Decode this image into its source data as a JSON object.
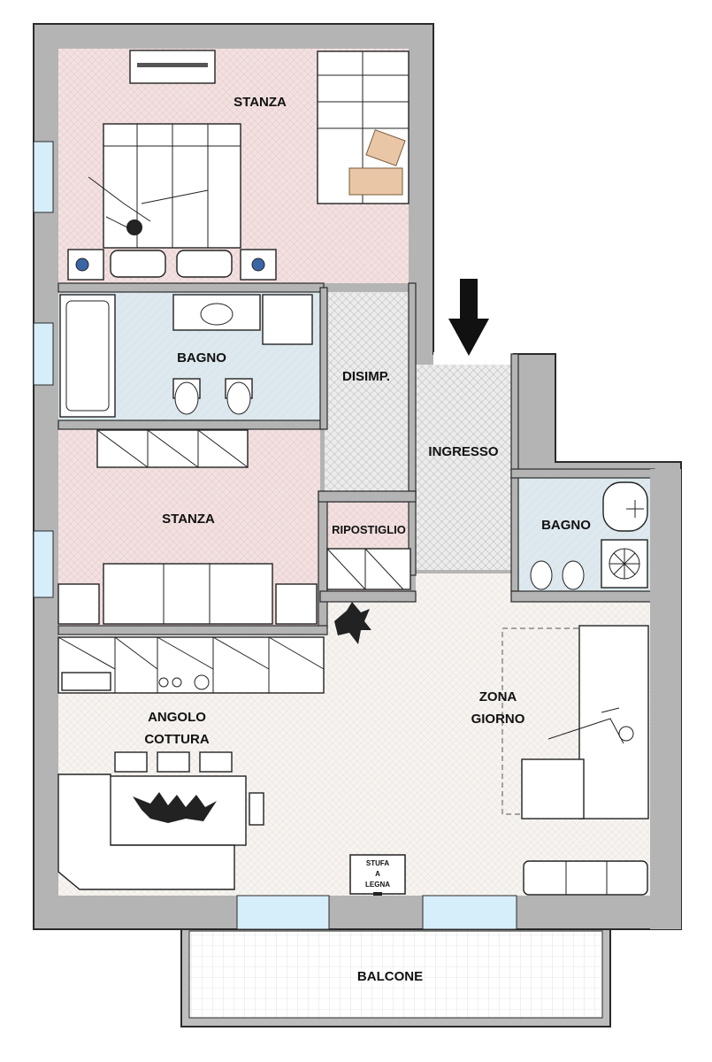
{
  "rooms": {
    "stanza_top": "STANZA",
    "bagno_main": "BAGNO",
    "disimp": "DISIMP.",
    "ingresso": "INGRESSO",
    "stanza_mid": "STANZA",
    "ripostiglio": "RIPOSTIGLIO",
    "bagno_small": "BAGNO",
    "zona_giorno": [
      "ZONA",
      "GIORNO"
    ],
    "angolo_cottura": [
      "ANGOLO",
      "COTTURA"
    ],
    "balcone": "BALCONE"
  },
  "stove": [
    "STUFA",
    "A",
    "LEGNA"
  ],
  "colors": {
    "wall": "#b4b4b4",
    "wall_stroke": "#2a2a2a",
    "bedroom_floor": "#f3e1e1",
    "bathroom_floor": "#dde9ee",
    "tile_floor": "#f4f1ee",
    "window": "#d6eefa",
    "entrance_arrow": "#111111",
    "pillow_accent": "#e9c7a6"
  },
  "icons": [
    "entrance-arrow-icon",
    "plant-icon",
    "person-icon",
    "sink-icon",
    "toilet-icon",
    "bidet-icon",
    "shower-icon",
    "stovetop-icon"
  ]
}
